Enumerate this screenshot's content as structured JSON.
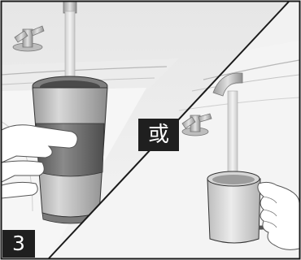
{
  "step_badge": {
    "label": "3"
  },
  "divider_badge": {
    "label": "或"
  },
  "colors": {
    "frame": "#1a1a1a",
    "badge_bg": "#1f1f1f",
    "badge_text": "#ffffff",
    "tumbler_band": "#6e6e6e",
    "water": "#d9d9d9",
    "counter": "#f2f2f2"
  },
  "illustration": {
    "left_panel": "faucet-filling-insulated-tumbler-held-in-hand",
    "right_panel": "faucet-filling-ceramic-mug-held-in-hand"
  }
}
